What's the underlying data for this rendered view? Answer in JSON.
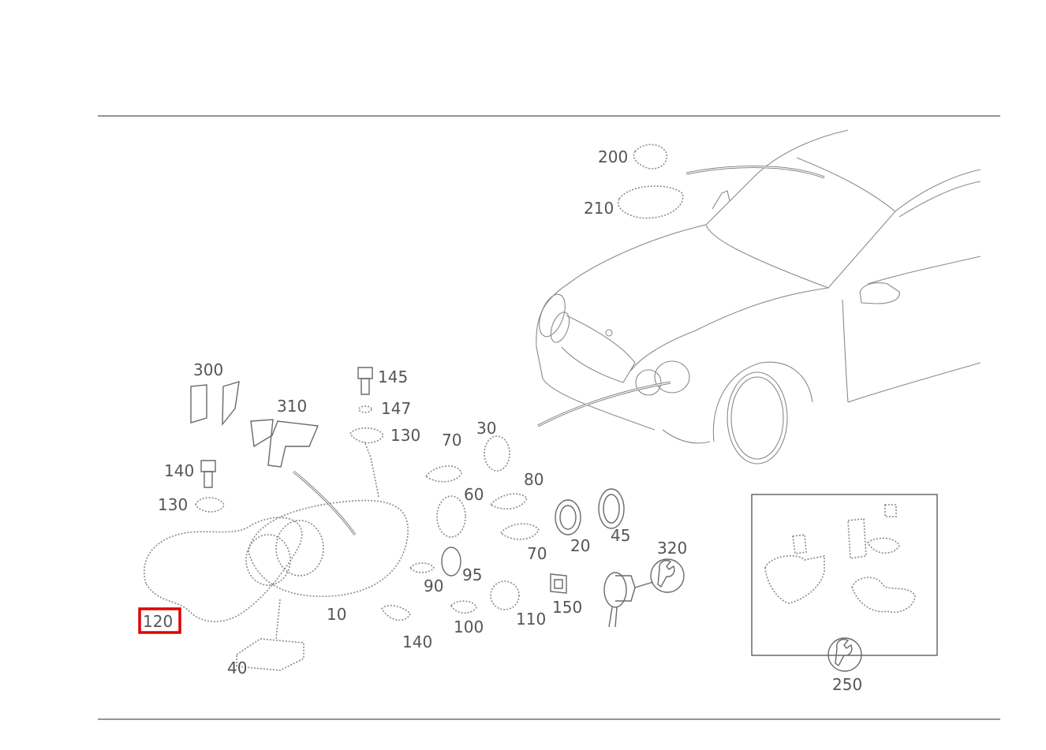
{
  "diagram": {
    "highlight_color": "#e00000",
    "highlighted_callout": "120",
    "callouts": {
      "c200": "200",
      "c210": "210",
      "c300": "300",
      "c310": "310",
      "c145": "145",
      "c147": "147",
      "c130a": "130",
      "c140a": "140",
      "c130b": "130",
      "c70a": "70",
      "c30": "30",
      "c60": "60",
      "c80": "80",
      "c70b": "70",
      "c20": "20",
      "c45": "45",
      "c320": "320",
      "c95": "95",
      "c90": "90",
      "c120": "120",
      "c10": "10",
      "c140b": "140",
      "c100": "100",
      "c110": "110",
      "c150": "150",
      "c40": "40",
      "c250": "250"
    },
    "icons": {
      "wrench_320": "wrench-icon",
      "wrench_250": "wrench-icon"
    }
  }
}
